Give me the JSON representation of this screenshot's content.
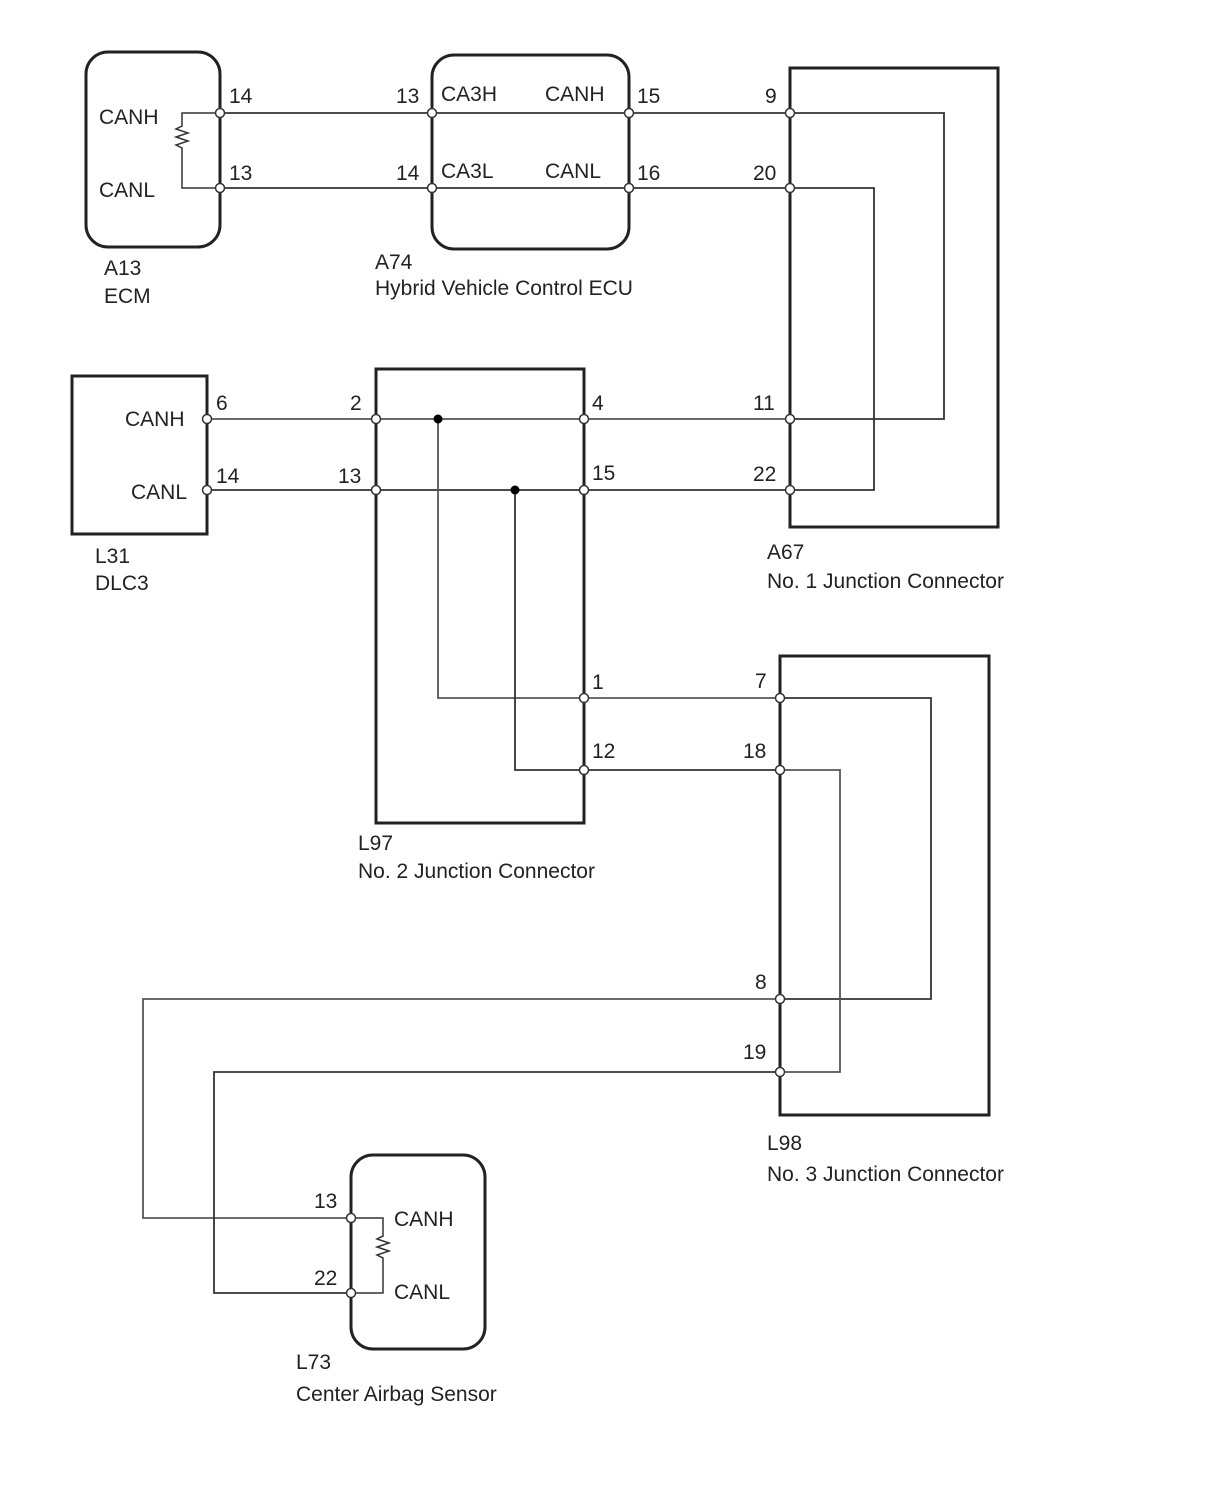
{
  "components": {
    "a13": {
      "code": "A13",
      "name": "ECM",
      "pins": {
        "canh_label": "CANH",
        "canl_label": "CANL",
        "canh_pin": "14",
        "canl_pin": "13"
      }
    },
    "a74": {
      "code": "A74",
      "name": "Hybrid Vehicle Control ECU",
      "pins": {
        "ca3h_label": "CA3H",
        "ca3l_label": "CA3L",
        "canh_label": "CANH",
        "canl_label": "CANL",
        "ca3h_pin": "13",
        "ca3l_pin": "14",
        "canh_pin": "15",
        "canl_pin": "16"
      }
    },
    "a67": {
      "code": "A67",
      "name": "No. 1 Junction Connector",
      "pins": {
        "p9": "9",
        "p20": "20",
        "p11": "11",
        "p22": "22"
      }
    },
    "l31": {
      "code": "L31",
      "name": "DLC3",
      "pins": {
        "canh_label": "CANH",
        "canl_label": "CANL",
        "canh_pin": "6",
        "canl_pin": "14"
      }
    },
    "l97": {
      "code": "L97",
      "name": "No. 2 Junction Connector",
      "pins": {
        "p2": "2",
        "p13": "13",
        "p4": "4",
        "p15": "15",
        "p1": "1",
        "p12": "12"
      }
    },
    "l98": {
      "code": "L98",
      "name": "No. 3 Junction Connector",
      "pins": {
        "p7": "7",
        "p18": "18",
        "p8": "8",
        "p19": "19"
      }
    },
    "l73": {
      "code": "L73",
      "name": "Center Airbag Sensor",
      "pins": {
        "canh_label": "CANH",
        "canl_label": "CANL",
        "canh_pin": "13",
        "canl_pin": "22"
      }
    }
  }
}
